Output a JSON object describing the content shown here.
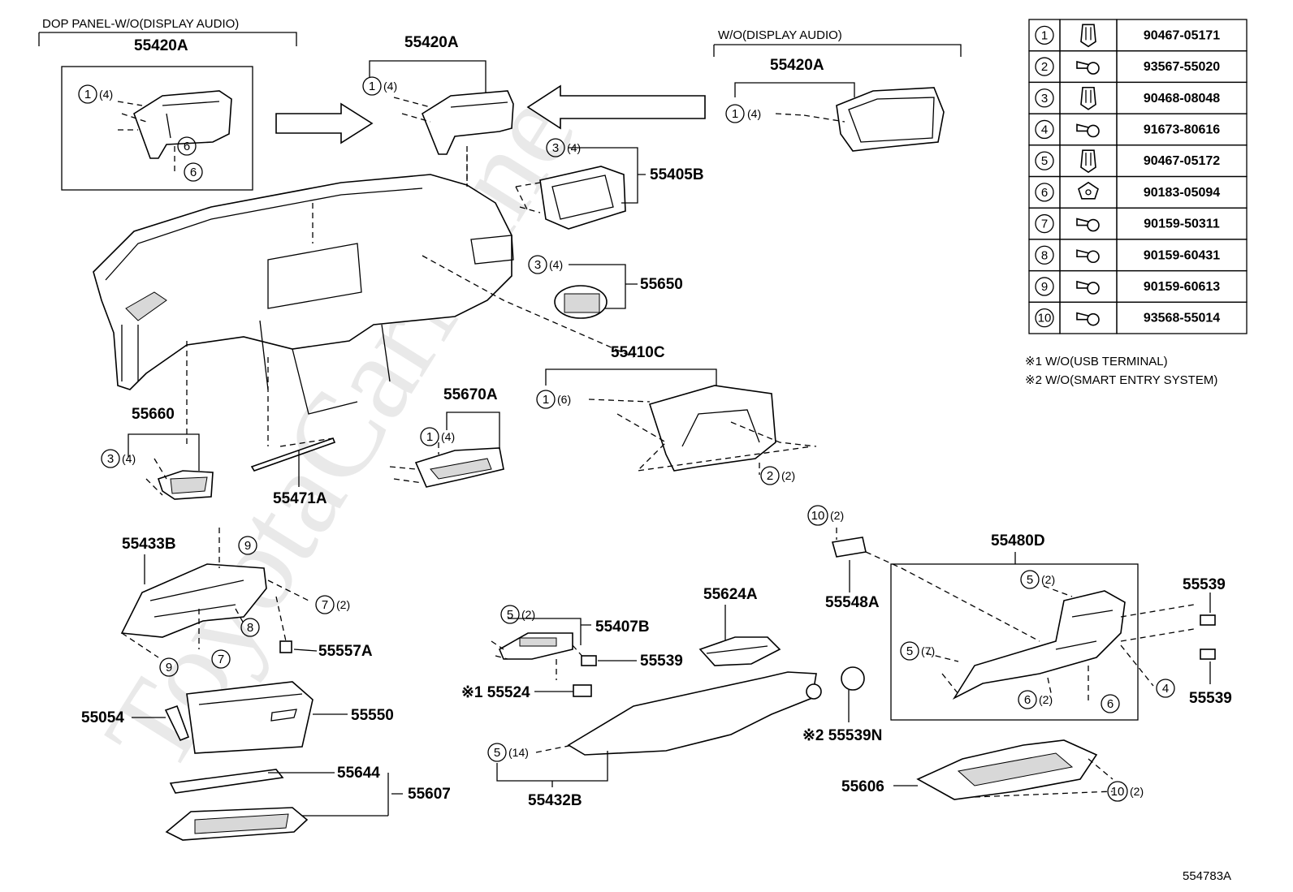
{
  "watermark": "ToyotaCarMine",
  "figure_code": "554783A",
  "headers": {
    "dop_panel": "DOP PANEL-W/O(DISPLAY AUDIO)",
    "wo_display_audio": "W/O(DISPLAY AUDIO)"
  },
  "notes": [
    "※1 W/O(USB TERMINAL)",
    "※2 W/O(SMART ENTRY SYSTEM)"
  ],
  "parts_table": [
    {
      "no": "1",
      "part": "90467-05171",
      "icon": "clip-icon"
    },
    {
      "no": "2",
      "part": "93567-55020",
      "icon": "screw-icon"
    },
    {
      "no": "3",
      "part": "90468-08048",
      "icon": "clip-icon"
    },
    {
      "no": "4",
      "part": "91673-80616",
      "icon": "screw-icon"
    },
    {
      "no": "5",
      "part": "90467-05172",
      "icon": "clip-icon"
    },
    {
      "no": "6",
      "part": "90183-05094",
      "icon": "nut-icon"
    },
    {
      "no": "7",
      "part": "90159-50311",
      "icon": "screw-icon"
    },
    {
      "no": "8",
      "part": "90159-60431",
      "icon": "screw-icon"
    },
    {
      "no": "9",
      "part": "90159-60613",
      "icon": "screw-icon"
    },
    {
      "no": "10",
      "part": "93568-55014",
      "icon": "screw-icon"
    }
  ],
  "part_labels": {
    "p55420A_dop": "55420A",
    "p55420A_center": "55420A",
    "p55420A_right": "55420A",
    "p55405B": "55405B",
    "p55650": "55650",
    "p55410C": "55410C",
    "p55660": "55660",
    "p55670A": "55670A",
    "p55471A": "55471A",
    "p55433B": "55433B",
    "p55557A": "55557A",
    "p55054": "55054",
    "p55550": "55550",
    "p55644": "55644",
    "p55607": "55607",
    "p55407B": "55407B",
    "p55539a": "55539",
    "p55524": "※1 55524",
    "p55624A": "55624A",
    "p55539N": "※2 55539N",
    "p55432B": "55432B",
    "p55548A": "55548A",
    "p55480D": "55480D",
    "p55539b": "55539",
    "p55539c": "55539",
    "p55606": "55606"
  },
  "callouts": {
    "c1_dop": {
      "num": "1",
      "qty": "(4)"
    },
    "c6_dop_a": {
      "num": "6",
      "qty": ""
    },
    "c6_dop_b": {
      "num": "6",
      "qty": ""
    },
    "c1_center": {
      "num": "1",
      "qty": "(4)"
    },
    "c1_right": {
      "num": "1",
      "qty": "(4)"
    },
    "c3_55405B": {
      "num": "3",
      "qty": "(4)"
    },
    "c3_55650": {
      "num": "3",
      "qty": "(4)"
    },
    "c1_55410C": {
      "num": "1",
      "qty": "(6)"
    },
    "c2_55410C": {
      "num": "2",
      "qty": "(2)"
    },
    "c3_55660": {
      "num": "3",
      "qty": "(4)"
    },
    "c1_55670A": {
      "num": "1",
      "qty": "(4)"
    },
    "c9_top": {
      "num": "9",
      "qty": ""
    },
    "c7_right": {
      "num": "7",
      "qty": "(2)"
    },
    "c8": {
      "num": "8",
      "qty": ""
    },
    "c7_bottom": {
      "num": "7",
      "qty": ""
    },
    "c9_bottom": {
      "num": "9",
      "qty": ""
    },
    "c5_55407B": {
      "num": "5",
      "qty": "(2)"
    },
    "c5_55432B": {
      "num": "5",
      "qty": "(14)"
    },
    "c10_55548A": {
      "num": "10",
      "qty": "(2)"
    },
    "c5_55480D_top": {
      "num": "5",
      "qty": "(2)"
    },
    "c5_55480D_left": {
      "num": "5",
      "qty": "(7)"
    },
    "c6_55480D_a": {
      "num": "6",
      "qty": "(2)"
    },
    "c6_55480D_b": {
      "num": "6",
      "qty": ""
    },
    "c4": {
      "num": "4",
      "qty": ""
    },
    "c10_55606": {
      "num": "10",
      "qty": "(2)"
    }
  }
}
